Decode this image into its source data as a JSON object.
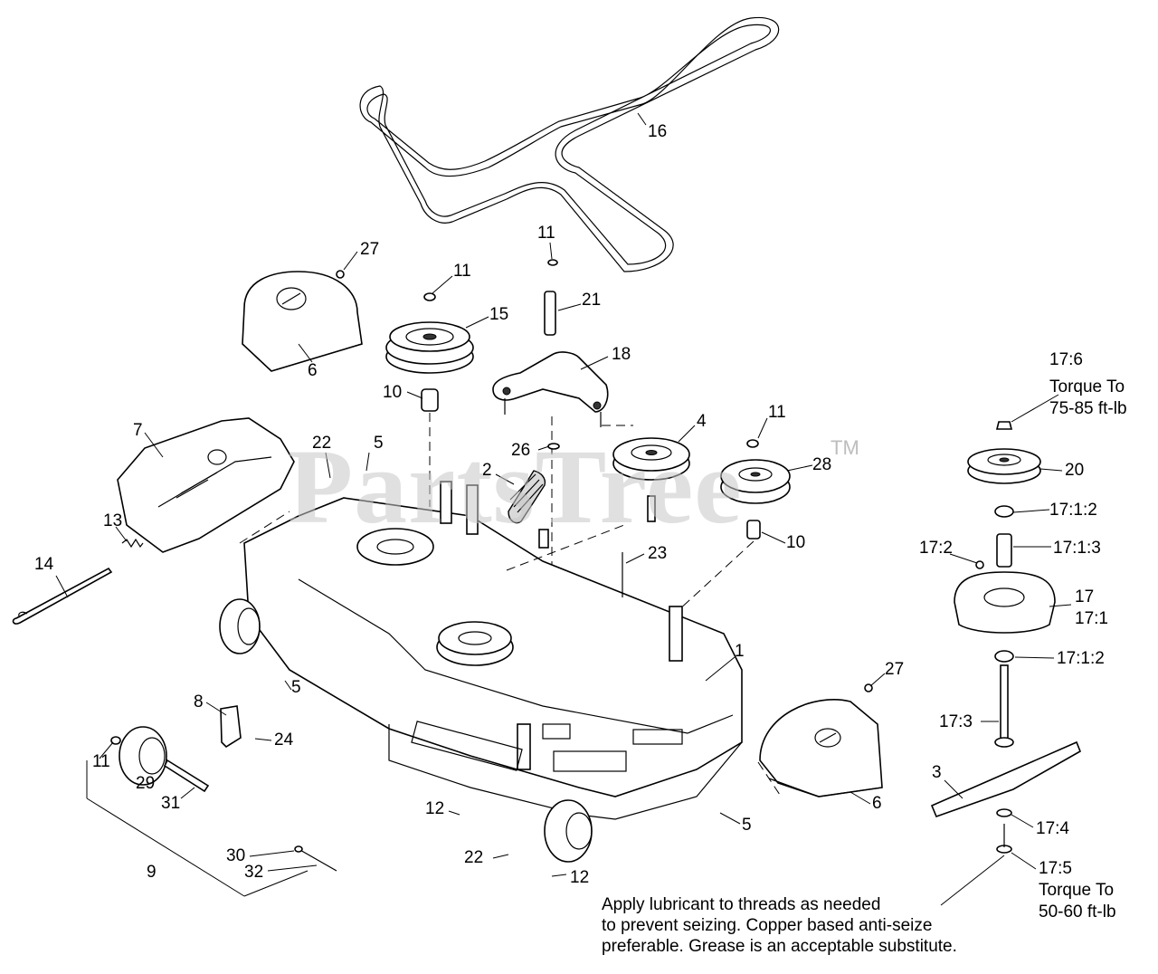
{
  "watermark": "PartsTree",
  "trademark": "TM",
  "note_lines": [
    "Apply lubricant to threads as needed",
    "to prevent seizing. Copper based anti-seize",
    "preferable. Grease is an acceptable substitute."
  ],
  "callouts": {
    "c16": "16",
    "c11a": "11",
    "c27a": "27",
    "c11b": "11",
    "c21": "21",
    "c15": "15",
    "c18": "18",
    "c6a": "6",
    "c10a": "10",
    "c7": "7",
    "c22a": "22",
    "c5a": "5",
    "c26": "26",
    "c4": "4",
    "c11c": "11",
    "c2": "2",
    "c28": "28",
    "c10b": "10",
    "c13": "13",
    "c23": "23",
    "c14": "14",
    "c1": "1",
    "c27b": "27",
    "c8": "8",
    "c5b": "5",
    "c24": "24",
    "c11d": "11",
    "c29": "29",
    "c31": "31",
    "c6b": "6",
    "c12a": "12",
    "c5c": "5",
    "c22b": "22",
    "c9": "9",
    "c30": "30",
    "c32": "32",
    "c12b": "12",
    "c17_6": "17:6",
    "t1a": "Torque To",
    "t1b": "75-85 ft-lb",
    "c20": "20",
    "c17_1_2a": "17:1:2",
    "c17_2": "17:2",
    "c17_1_3": "17:1:3",
    "c17": "17",
    "c17_1": "17:1",
    "c17_1_2b": "17:1:2",
    "c17_3": "17:3",
    "c3": "3",
    "c17_4": "17:4",
    "c17_5": "17:5",
    "t2a": "Torque To",
    "t2b": "50-60 ft-lb"
  }
}
